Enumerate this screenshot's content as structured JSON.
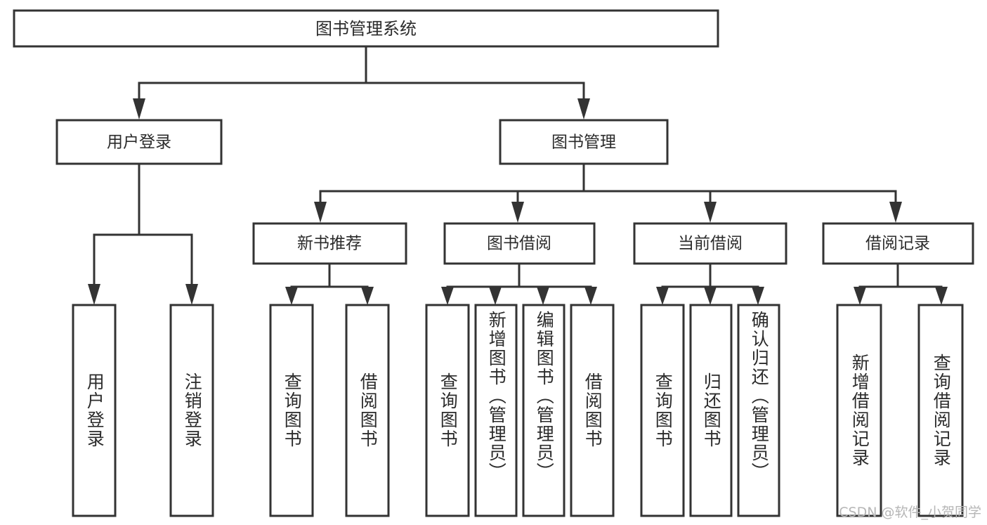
{
  "diagram": {
    "title": "图书管理系统",
    "type": "tree",
    "root": {
      "id": "root",
      "label": "图书管理系统",
      "orientation": "horizontal"
    },
    "level2": [
      {
        "id": "user-login",
        "label": "用户登录",
        "orientation": "horizontal"
      },
      {
        "id": "book-manage",
        "label": "图书管理",
        "orientation": "horizontal"
      }
    ],
    "level3": [
      {
        "id": "new-book-recommend",
        "label": "新书推荐",
        "orientation": "horizontal",
        "parent": "book-manage"
      },
      {
        "id": "book-borrow",
        "label": "图书借阅",
        "orientation": "horizontal",
        "parent": "book-manage"
      },
      {
        "id": "current-borrow",
        "label": "当前借阅",
        "orientation": "horizontal",
        "parent": "book-manage"
      },
      {
        "id": "borrow-record",
        "label": "借阅记录",
        "orientation": "horizontal",
        "parent": "book-manage"
      }
    ],
    "leaves": [
      {
        "id": "leaf-user-login",
        "label": "用户登录",
        "orientation": "vertical",
        "parent": "user-login"
      },
      {
        "id": "leaf-user-logout",
        "label": "注销登录",
        "orientation": "vertical",
        "parent": "user-login"
      },
      {
        "id": "leaf-query-book-1",
        "label": "查询图书",
        "orientation": "vertical",
        "parent": "new-book-recommend"
      },
      {
        "id": "leaf-borrow-book-1",
        "label": "借阅图书",
        "orientation": "vertical",
        "parent": "new-book-recommend"
      },
      {
        "id": "leaf-query-book-2",
        "label": "查询图书",
        "orientation": "vertical",
        "parent": "book-borrow"
      },
      {
        "id": "leaf-add-book",
        "label": "新增图书（管理员）",
        "orientation": "vertical",
        "parent": "book-borrow"
      },
      {
        "id": "leaf-edit-book",
        "label": "编辑图书（管理员）",
        "orientation": "vertical",
        "parent": "book-borrow"
      },
      {
        "id": "leaf-borrow-book-2",
        "label": "借阅图书",
        "orientation": "vertical",
        "parent": "book-borrow"
      },
      {
        "id": "leaf-query-book-3",
        "label": "查询图书",
        "orientation": "vertical",
        "parent": "current-borrow"
      },
      {
        "id": "leaf-return-book",
        "label": "归还图书",
        "orientation": "vertical",
        "parent": "current-borrow"
      },
      {
        "id": "leaf-confirm-return",
        "label": "确认归还（管理员）",
        "orientation": "vertical",
        "parent": "current-borrow"
      },
      {
        "id": "leaf-add-record",
        "label": "新增借阅记录",
        "orientation": "vertical",
        "parent": "borrow-record"
      },
      {
        "id": "leaf-query-record",
        "label": "查询借阅记录",
        "orientation": "vertical",
        "parent": "borrow-record"
      }
    ],
    "colors": {
      "stroke": "#333333",
      "fill": "#ffffff",
      "text": "#2b2b2b",
      "watermark": "#b6b6b6",
      "background": "#ffffff"
    }
  },
  "watermark": {
    "text": "CSDN @软件_小贺同学"
  }
}
